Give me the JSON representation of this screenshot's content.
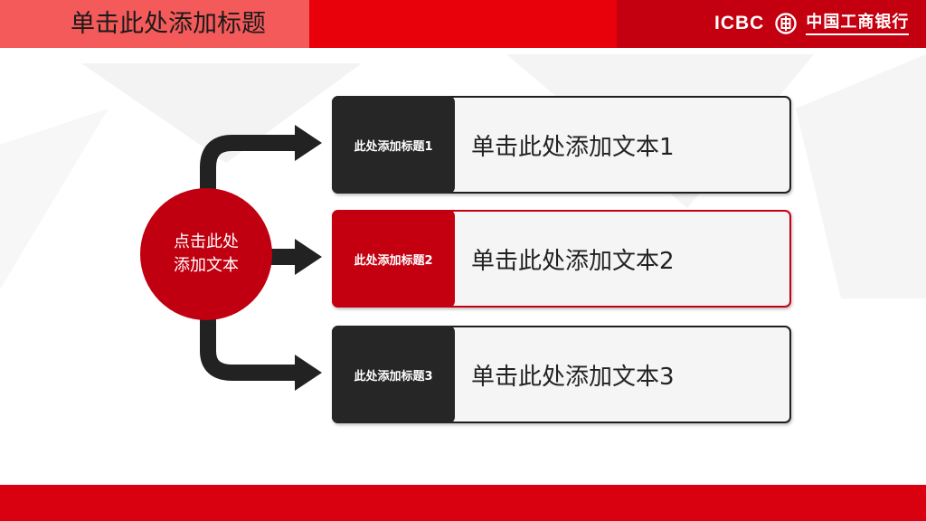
{
  "header": {
    "title": "单击此处添加标题",
    "logo_latin": "ICBC",
    "logo_cn": "中国工商银行"
  },
  "hub": {
    "text": "点击此处添加文本"
  },
  "items": [
    {
      "label": "此处添加标题1",
      "text": "单击此处添加文本1"
    },
    {
      "label": "此处添加标题2",
      "text": "单击此处添加文本2"
    },
    {
      "label": "此处添加标题3",
      "text": "单击此处添加文本3"
    }
  ],
  "colors": {
    "header_red": "#e8000b",
    "header_title_box": "#f45a5a",
    "header_dark_red": "#c40010",
    "hub_red": "#c00010",
    "label_dark": "#262626",
    "footer_red": "#d9000f"
  },
  "icons": {
    "logo_mark": "icbc-logo-icon",
    "arrows": "arrow-right-icon"
  }
}
